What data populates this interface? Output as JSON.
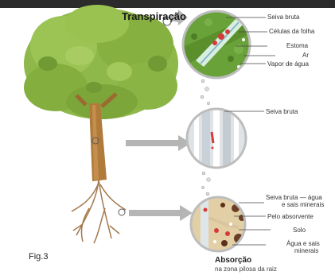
{
  "title": "Transpiração",
  "figure_label": "Fig.3",
  "labels_top": {
    "seiva_bruta": "Seiva bruta",
    "celulas_folha": "Células da folha",
    "estoma": "Estoma",
    "ar": "Ar",
    "vapor_agua": "Vapor de água"
  },
  "labels_middle": {
    "seiva_bruta": "Seiva bruta"
  },
  "labels_bottom": {
    "seiva_bruta_sais_l1": "Seiva bruta — água",
    "seiva_bruta_sais_l2": "e sais minerais",
    "pelo_absorvente": "Pelo absorvente",
    "solo": "Solo",
    "agua_sais_l1": "Água e sais",
    "agua_sais_l2": "minerais"
  },
  "absorcao": {
    "title": "Absorção",
    "subtitle": "na zona pilosa da raiz"
  },
  "colors": {
    "foliage": "#8fb84a",
    "foliage_dark": "#6f9a34",
    "trunk": "#b07a3a",
    "sap_red": "#d63a3a",
    "arrow": "#b5b5b5",
    "leaf_bg": "#6aa23a",
    "stem_bg": "#dfe3e6",
    "soil": "#e3cfa6"
  }
}
